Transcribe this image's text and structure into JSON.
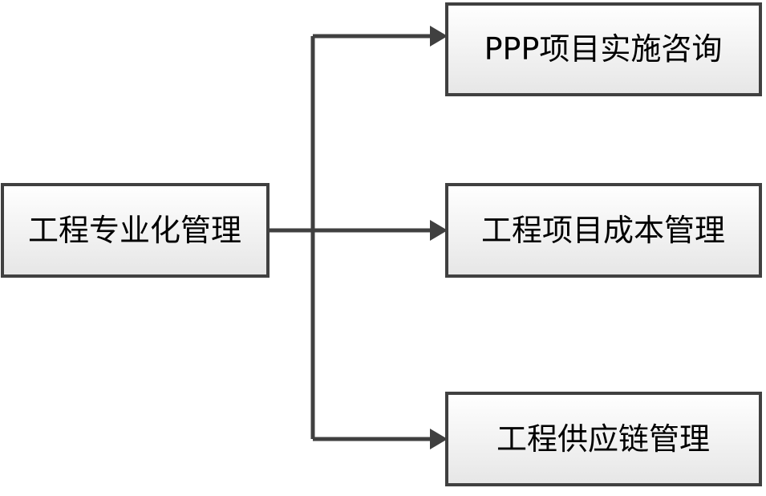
{
  "diagram": {
    "root": {
      "label": "工程专业化管理"
    },
    "children": [
      {
        "label": "PPP项目实施咨询"
      },
      {
        "label": "工程项目成本管理"
      },
      {
        "label": "工程供应链管理"
      }
    ]
  },
  "colors": {
    "stroke": "#404040",
    "box_fill_top": "#ffffff",
    "box_fill_bottom": "#e6e6e6",
    "text": "#000000"
  }
}
